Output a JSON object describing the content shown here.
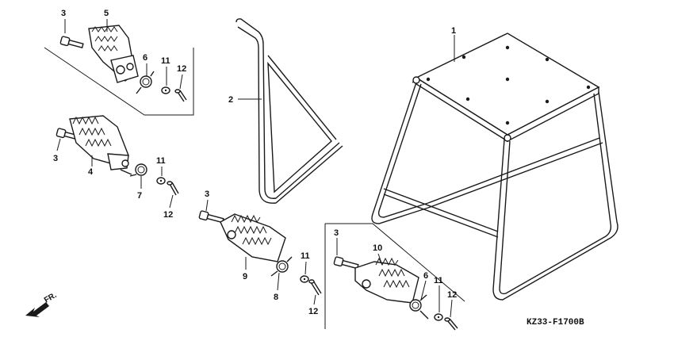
{
  "callouts": {
    "c1": "1",
    "c2": "2",
    "c3a": "3",
    "c3b": "3",
    "c3c": "3",
    "c3d": "3",
    "c4": "4",
    "c5": "5",
    "c6a": "6",
    "c6b": "6",
    "c7": "7",
    "c8": "8",
    "c9": "9",
    "c10": "10",
    "c11a": "11",
    "c11b": "11",
    "c11c": "11",
    "c11d": "11",
    "c12a": "12",
    "c12b": "12",
    "c12c": "12",
    "c12d": "12"
  },
  "direction_label": "FR.",
  "diagram_code": "KZ33-F1700B"
}
